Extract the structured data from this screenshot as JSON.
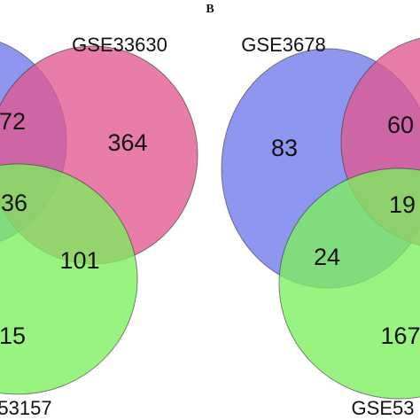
{
  "panel_label": "B",
  "colors": {
    "blue": "#6f78ec",
    "pink": "#e0588f",
    "green": "#7cef5c",
    "stroke": "#333333"
  },
  "left_venn": {
    "set_labels": {
      "pink": "GSE33630",
      "green": "53157"
    },
    "counts": {
      "blue_pink": "72",
      "pink_only": "364",
      "blue_pink_green": "36",
      "pink_green": "101",
      "green_only": "15"
    }
  },
  "right_venn": {
    "set_labels": {
      "blue": "GSE3678",
      "green": "GSE53"
    },
    "counts": {
      "blue_only": "83",
      "blue_pink": "60",
      "blue_pink_green": "19",
      "blue_green": "24",
      "green_only": "167"
    }
  }
}
